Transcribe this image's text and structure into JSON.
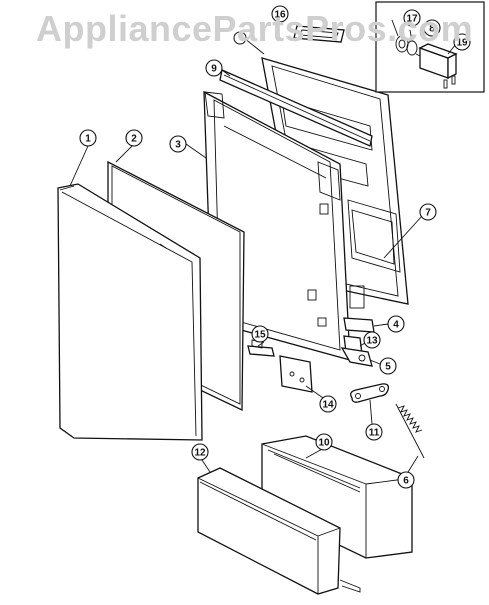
{
  "watermark": "AppliancePartsPros.com",
  "callouts": [
    {
      "id": "1",
      "label": "1"
    },
    {
      "id": "2",
      "label": "2"
    },
    {
      "id": "3",
      "label": "3"
    },
    {
      "id": "4",
      "label": "4"
    },
    {
      "id": "5",
      "label": "5"
    },
    {
      "id": "6",
      "label": "6"
    },
    {
      "id": "7",
      "label": "7"
    },
    {
      "id": "9",
      "label": "9"
    },
    {
      "id": "10",
      "label": "10"
    },
    {
      "id": "11",
      "label": "11"
    },
    {
      "id": "12",
      "label": "12"
    },
    {
      "id": "13",
      "label": "13"
    },
    {
      "id": "14",
      "label": "14"
    },
    {
      "id": "15",
      "label": "15"
    },
    {
      "id": "16",
      "label": "16"
    },
    {
      "id": "17",
      "label": "17"
    },
    {
      "id": "8",
      "label": "8"
    },
    {
      "id": "19",
      "label": "19"
    }
  ]
}
